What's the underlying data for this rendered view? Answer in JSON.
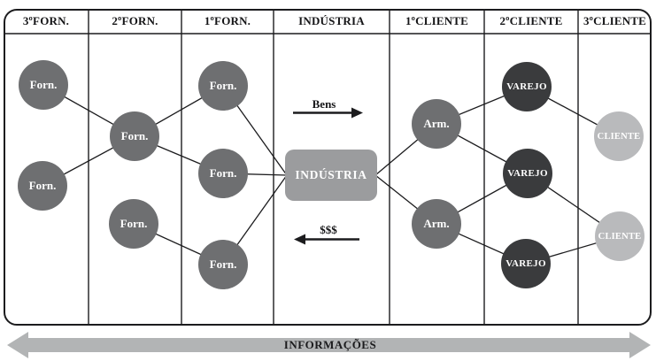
{
  "header": {
    "columns": [
      {
        "label": "3ºFORN."
      },
      {
        "label": "2ºFORN."
      },
      {
        "label": "1ºFORN."
      },
      {
        "label": "INDÚSTRIA"
      },
      {
        "label": "1ºCLIENTE"
      },
      {
        "label": "2ºCLIENTE"
      },
      {
        "label": "3ºCLIENTE"
      }
    ]
  },
  "nodes": {
    "tier3_suppliers": [
      {
        "label": "Forn."
      },
      {
        "label": "Forn."
      }
    ],
    "tier2_suppliers": [
      {
        "label": "Forn."
      },
      {
        "label": "Forn."
      }
    ],
    "tier1_suppliers": [
      {
        "label": "Forn."
      },
      {
        "label": "Forn."
      },
      {
        "label": "Forn."
      }
    ],
    "industry": {
      "label": "INDÚSTRIA"
    },
    "tier1_customers": [
      {
        "label": "Arm."
      },
      {
        "label": "Arm."
      }
    ],
    "tier2_customers": [
      {
        "label": "VAREJO"
      },
      {
        "label": "VAREJO"
      },
      {
        "label": "VAREJO"
      }
    ],
    "tier3_customers": [
      {
        "label": "CLIENTE"
      },
      {
        "label": "CLIENTE"
      }
    ]
  },
  "flows": {
    "goods": {
      "label": "Bens",
      "direction": "right"
    },
    "payment": {
      "label": "$$$",
      "direction": "left"
    },
    "information": {
      "label": "INFORMAÇÕES",
      "direction": "both"
    }
  },
  "edges": [
    [
      "tier3_suppliers.0",
      "tier2_suppliers.0"
    ],
    [
      "tier3_suppliers.1",
      "tier2_suppliers.0"
    ],
    [
      "tier2_suppliers.0",
      "tier1_suppliers.0"
    ],
    [
      "tier2_suppliers.0",
      "tier1_suppliers.1"
    ],
    [
      "tier2_suppliers.1",
      "tier1_suppliers.2"
    ],
    [
      "tier1_suppliers.0",
      "industry"
    ],
    [
      "tier1_suppliers.1",
      "industry"
    ],
    [
      "tier1_suppliers.2",
      "industry"
    ],
    [
      "industry",
      "tier1_customers.0"
    ],
    [
      "industry",
      "tier1_customers.1"
    ],
    [
      "tier1_customers.0",
      "tier2_customers.0"
    ],
    [
      "tier1_customers.0",
      "tier2_customers.1"
    ],
    [
      "tier1_customers.1",
      "tier2_customers.1"
    ],
    [
      "tier1_customers.1",
      "tier2_customers.2"
    ],
    [
      "tier2_customers.0",
      "tier3_customers.0"
    ],
    [
      "tier2_customers.1",
      "tier3_customers.1"
    ],
    [
      "tier2_customers.2",
      "tier3_customers.1"
    ]
  ],
  "colors": {
    "supplier_circle": "#6e6f71",
    "warehouse_circle": "#6e6f71",
    "industry_box": "#9b9c9e",
    "retail_circle": "#3a3b3d",
    "client_circle": "#b9babc",
    "node_text": "#ffffff",
    "connector_line": "#1c1c1e",
    "flow_arrow": "#1c1c1e",
    "info_arrow_fill": "#b2b4b5"
  }
}
